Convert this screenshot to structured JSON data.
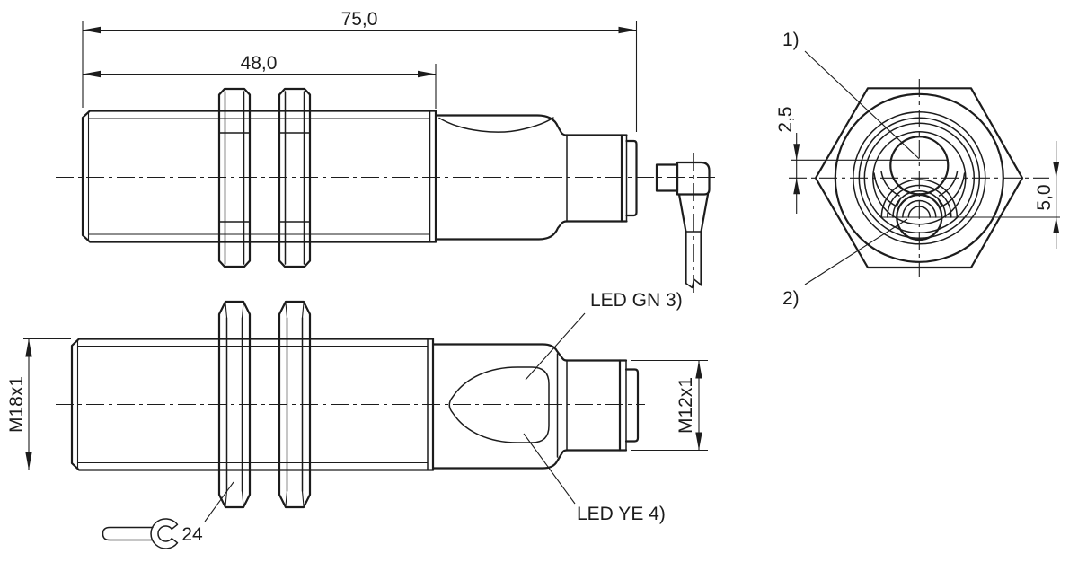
{
  "title": "Cylindrical sensor dimensional drawing",
  "colors": {
    "line": "#1c1c1c",
    "background": "#ffffff"
  },
  "views": {
    "side_top": {
      "dim_overall_length": "75,0",
      "dim_thread_length": "48,0"
    },
    "side_bottom": {
      "dim_body_thread": "M18x1",
      "dim_connector_thread": "M12x1",
      "wrench_size": "24",
      "led_green_label": "LED GN 3)",
      "led_yellow_label": "LED YE 4)"
    },
    "front": {
      "callout_1": "1)",
      "callout_2": "2)",
      "dim_lens1_offset": "2,5",
      "dim_lens2_offset": "5,0"
    }
  }
}
